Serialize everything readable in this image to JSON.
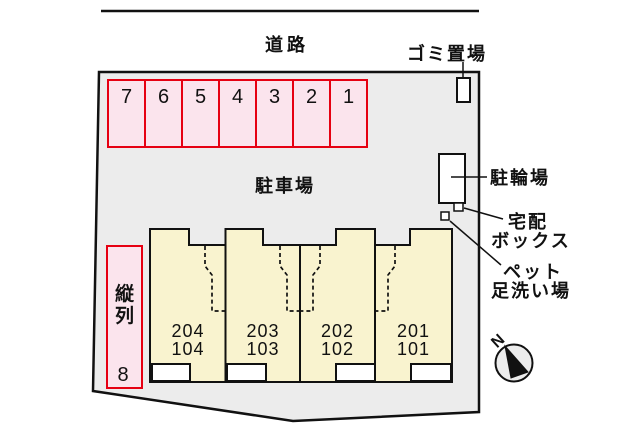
{
  "diagram": {
    "road_label": "道路",
    "garbage_label": "ゴミ置場",
    "parking_lot_label": "駐車場",
    "bicycle_label": "駐輪場",
    "delivery_label_line1": "宅配",
    "delivery_label_line2": "ボックス",
    "pet_label_line1": "ペット",
    "pet_label_line2": "足洗い場",
    "tandem_char1": "縦",
    "tandem_char2": "列",
    "tandem_space_number": "8",
    "north_label": "N"
  },
  "parking_spaces": [
    "7",
    "6",
    "5",
    "4",
    "3",
    "2",
    "1"
  ],
  "units": [
    {
      "upper": "204",
      "lower": "104"
    },
    {
      "upper": "203",
      "lower": "103"
    },
    {
      "upper": "202",
      "lower": "102"
    },
    {
      "upper": "201",
      "lower": "101"
    }
  ],
  "colors": {
    "background": "#ffffff",
    "site_fill": "#ececec",
    "parking_fill": "#fbe4ed",
    "parking_border": "#e60012",
    "building_fill": "#f9f3cf",
    "outline": "#111111",
    "text": "#111111"
  }
}
